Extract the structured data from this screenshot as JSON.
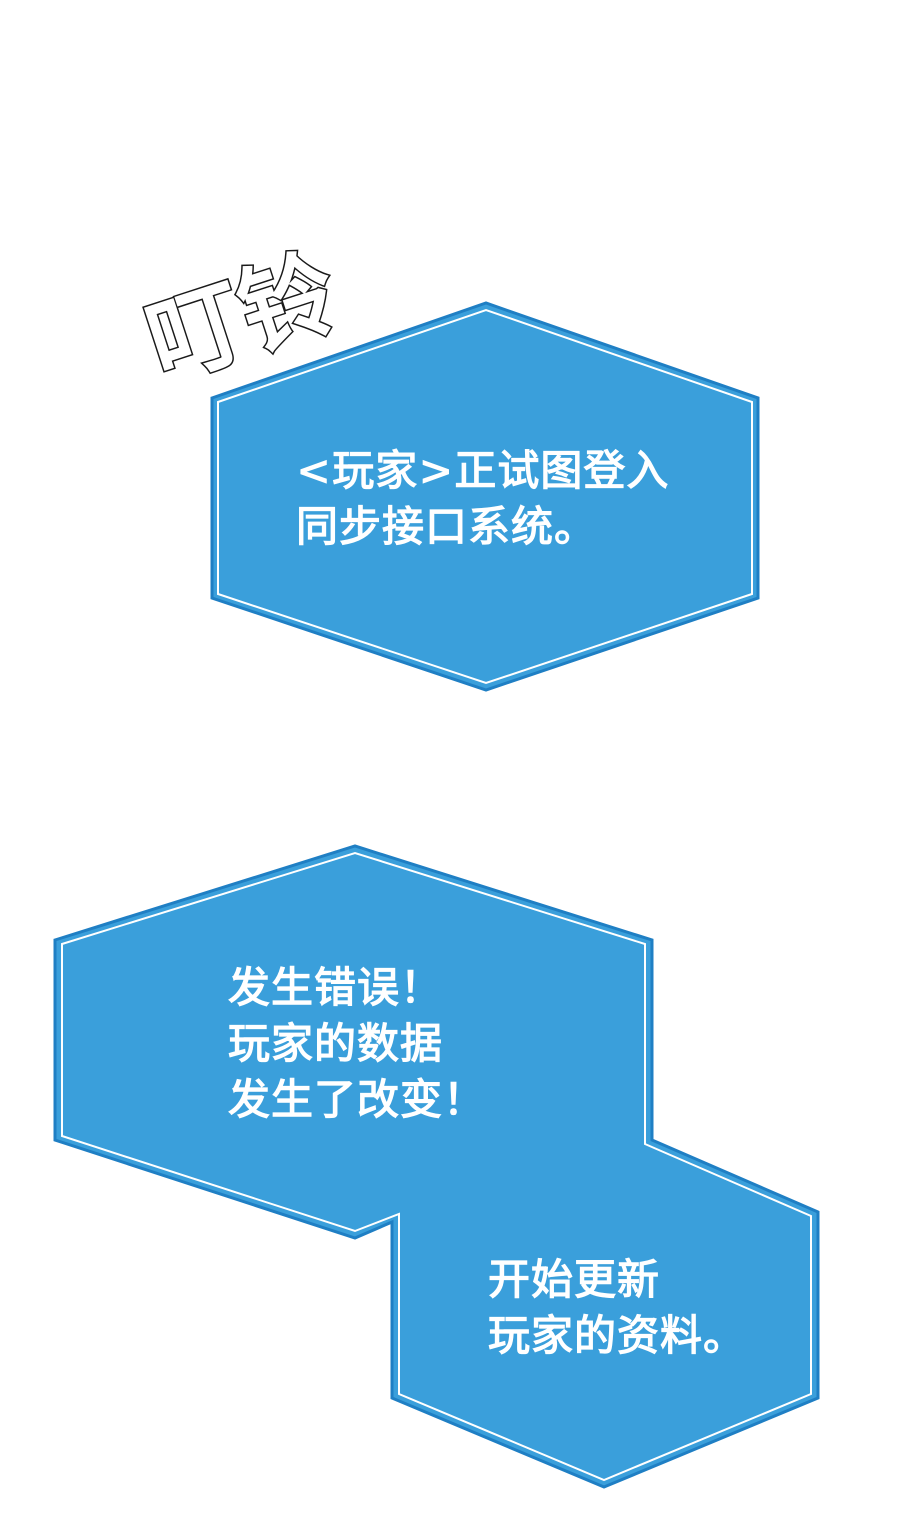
{
  "colors": {
    "background": "#ffffff",
    "box_fill": "#3a9fdb",
    "box_border": "#1f7fc4",
    "box_inner_line": "#ffffff",
    "text": "#ffffff",
    "sfx_outline": "#1a1a1a"
  },
  "sound_effect": {
    "text": "叮铃"
  },
  "box1": {
    "lines": [
      "<玩家>正试图登入",
      "同步接口系统。"
    ]
  },
  "box2": {
    "lines": [
      "发生错误！",
      "玩家的数据",
      "发生了改变！"
    ]
  },
  "box3": {
    "lines": [
      "开始更新",
      "玩家的资料。"
    ]
  }
}
